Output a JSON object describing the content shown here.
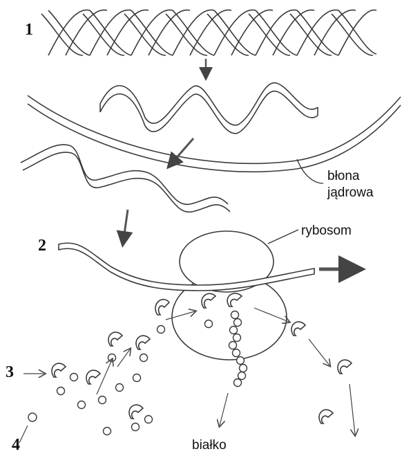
{
  "labels": {
    "nuclear_membrane_line1": "błona",
    "nuclear_membrane_line2": "jądrowa",
    "ribosome": "rybosom",
    "protein": "białko"
  },
  "numbers": {
    "n1": "1",
    "n2": "2",
    "n3": "3",
    "n4": "4"
  },
  "colors": {
    "stroke": "#3a3a3a",
    "fill": "#ffffff",
    "arrow": "#555555"
  }
}
